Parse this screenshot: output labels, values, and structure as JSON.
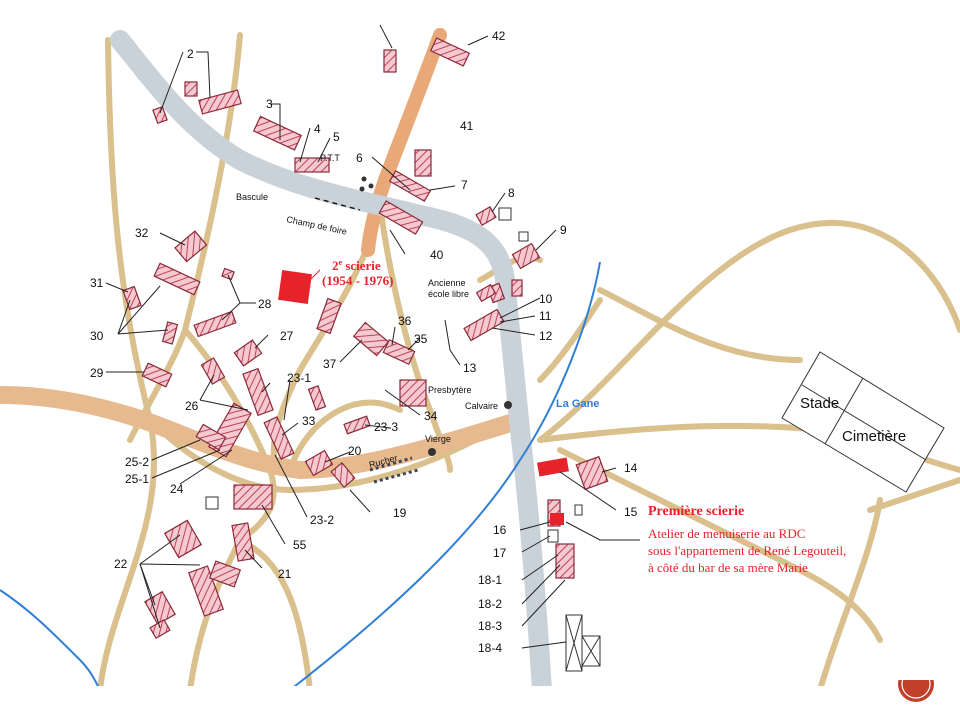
{
  "labels": {
    "n2": "2",
    "n3": "3",
    "n4": "4",
    "n5": "5",
    "ptt": "P.T.T",
    "n6": "6",
    "n7": "7",
    "n8": "8",
    "n9": "9",
    "n41": "41",
    "n42": "42",
    "n10": "10",
    "n11": "11",
    "n12": "12",
    "n13": "13",
    "n32": "32",
    "n31": "31",
    "n30": "30",
    "n29": "29",
    "n28": "28",
    "n27": "27",
    "n26": "26",
    "n25_2": "25-2",
    "n25_1": "25-1",
    "n24": "24",
    "n23_1": "23-1",
    "n23_2": "23-2",
    "n23_3": "23-3",
    "n33": "33",
    "n34": "34",
    "n35": "35",
    "n36": "36",
    "n37": "37",
    "n40": "40",
    "n20": "20",
    "n19": "19",
    "n22": "22",
    "n21": "21",
    "n55": "55",
    "n14": "14",
    "n15": "15",
    "n16": "16",
    "n17": "17",
    "n18_1": "18-1",
    "n18_2": "18-2",
    "n18_3": "18-3",
    "n18_4": "18-4"
  },
  "places": {
    "bascule": "Bascule",
    "champ_de_foire": "Champ de foire",
    "ancienne_ecole_1": "Ancienne",
    "ancienne_ecole_2": "école libre",
    "presbytere": "Presbytère",
    "calvaire": "Calvaire",
    "vierge": "Vierge",
    "rucher": "Rucher",
    "la_gane": "La Gane",
    "stade": "Stade",
    "cimetiere": "Cimetière"
  },
  "annotations": {
    "scierie2_title_sup": "e",
    "scierie2_title_num": "2",
    "scierie2_title_word": " scierie",
    "scierie2_dates": "(1954 - 1976)",
    "premiere_scierie": "Première scierie",
    "atelier_line1": "Atelier de menuiserie  au RDC",
    "atelier_line2": "sous l'appartement de René Legouteil,",
    "atelier_line3": "à côté du bar de sa mère Marie"
  },
  "colors": {
    "road_main": "#c9d2d8",
    "road_orange": "#e9a878",
    "road_brown": "#e6b98f",
    "road_tan": "#d9c08c",
    "river": "#2f7fd6",
    "highlight_red": "#e8222a",
    "building_stroke": "#8a2a38"
  }
}
